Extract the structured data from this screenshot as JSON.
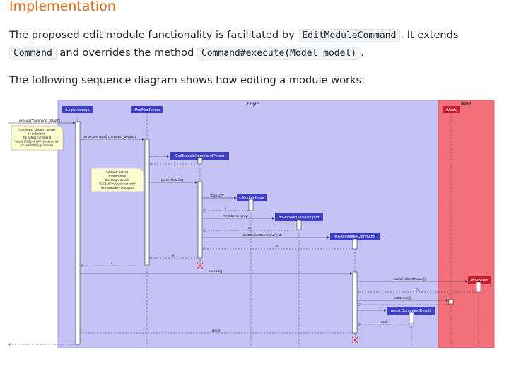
{
  "heading": "Implementation",
  "para1": {
    "line1_text": "The proposed edit module functionality is facilitated by ",
    "line1_code": "EditModuleCommand",
    "line1_tail": ". It extends",
    "line2_code1": "Command",
    "line2_mid": " and overrides the method ",
    "line2_code2": "Command#execute(Model model)",
    "line2_tail": "."
  },
  "para2": "The following sequence diagram shows how editing a module works:",
  "diagram": {
    "logic_label": "Logic",
    "model_label": "Model",
    "participants": {
      "logic_manager": ":LogicManager",
      "parser": ":ProfNusParser",
      "cmd_parser": ":EditModuleCommandParser",
      "module_code": "c:ModuleCode",
      "descriptor": "d:EditModuleDescriptor",
      "command": "e:EditModuleCommand",
      "model": ":Model",
      "module": "m:Module",
      "result": "result:CommandResult"
    },
    "notes": {
      "note1": [
        "\"command_details\" serves",
        "to substitute",
        "the actual command",
        "\"medit CS2107 n/Cybersecurity\"",
        "for readability purposes"
      ],
      "note2": [
        "\"details\" serves",
        "to substitute",
        "the actual details",
        "\"CS2107 n/Cybersecurity\"",
        "for readability purposes"
      ]
    },
    "messages": {
      "execute_cmd": "execute(\"command_details\")",
      "parse_command": "parseCommand(\"command_details\")",
      "parse_details": "parse(\"details\")",
      "cs2107": "\"CS2107\"",
      "c": "c",
      "n_cyber": "\"n/Cybersecurity\"",
      "d": "d",
      "edit_cmd_ctor": "EditModuleCommand(c, d)",
      "e1": "e",
      "e2": "e",
      "e3": "e",
      "execute": "execute()",
      "create_edited": "createEditedModule()",
      "m": "m",
      "set_module": "setModule()",
      "result1": "result",
      "result2": "result"
    }
  }
}
